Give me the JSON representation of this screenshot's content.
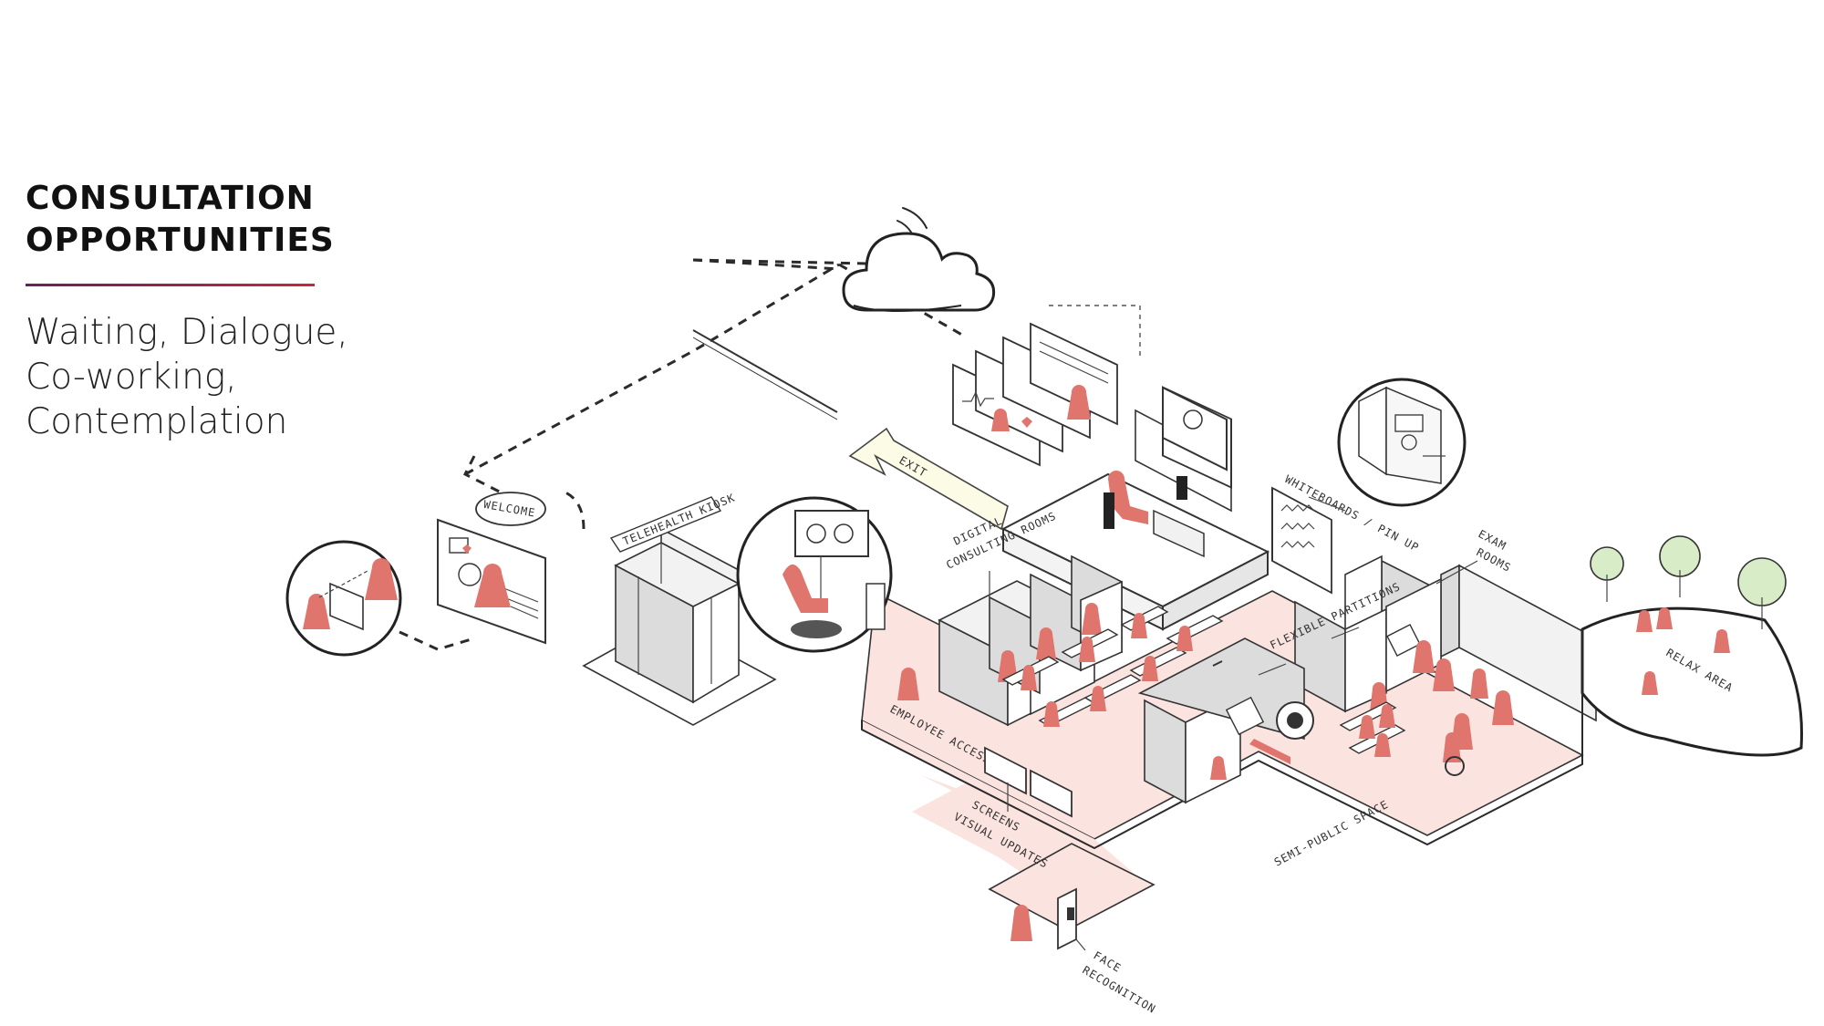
{
  "heading": {
    "title": "CONSULTATION\nOPPORTUNITIES",
    "subtitle": "Waiting, Dialogue,\nCo-working,\nContemplation",
    "divider_gradient": [
      "#6a1f5a",
      "#c22a3a"
    ]
  },
  "colors": {
    "floor": "#fbe3df",
    "person": "#e0756d",
    "line": "#2a2a2a",
    "wall_light": "#f2f2f2",
    "wall_dark": "#dcdcdc",
    "tree": "#d8ecc8",
    "exit_arrow": "#fbfbe6"
  },
  "labels": {
    "welcome": "WELCOME",
    "telehealth_kiosk": "TELEHEALTH KIOSK",
    "exit": "EXIT",
    "digital_consulting_1": "DIGITAL",
    "digital_consulting_2": "CONSULTING ROOMS",
    "whiteboards": "WHITEBOARDS / PIN UP",
    "exam_rooms_1": "EXAM",
    "exam_rooms_2": "ROOMS",
    "flexible_partitions": "FLEXIBLE PARTITIONS",
    "relax_area": "RELAX AREA",
    "employee_access": "EMPLOYEE ACCESS",
    "screens_1": "SCREENS",
    "screens_2": "VISUAL UPDATES",
    "semi_public": "SEMI-PUBLIC SPACE",
    "face_1": "FACE",
    "face_2": "RECOGNITION"
  },
  "icons": [
    "cloud-icon",
    "wifi-icon",
    "heart-icon",
    "exit-arrow-icon",
    "tree-icon",
    "person-icon",
    "wheelchair-icon",
    "mri-scanner-icon"
  ]
}
